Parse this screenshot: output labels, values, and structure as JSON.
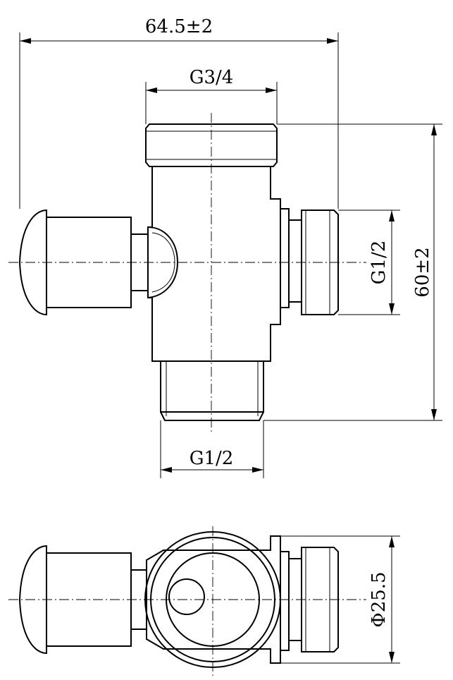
{
  "dimensions": {
    "overall_width": "64.5±2",
    "top_thread": "G3/4",
    "side_thread": "G1/2",
    "height": "60±2",
    "bottom_thread": "G1/2",
    "diameter": "Φ25.5"
  },
  "line_color": "#000000",
  "background": "#ffffff"
}
